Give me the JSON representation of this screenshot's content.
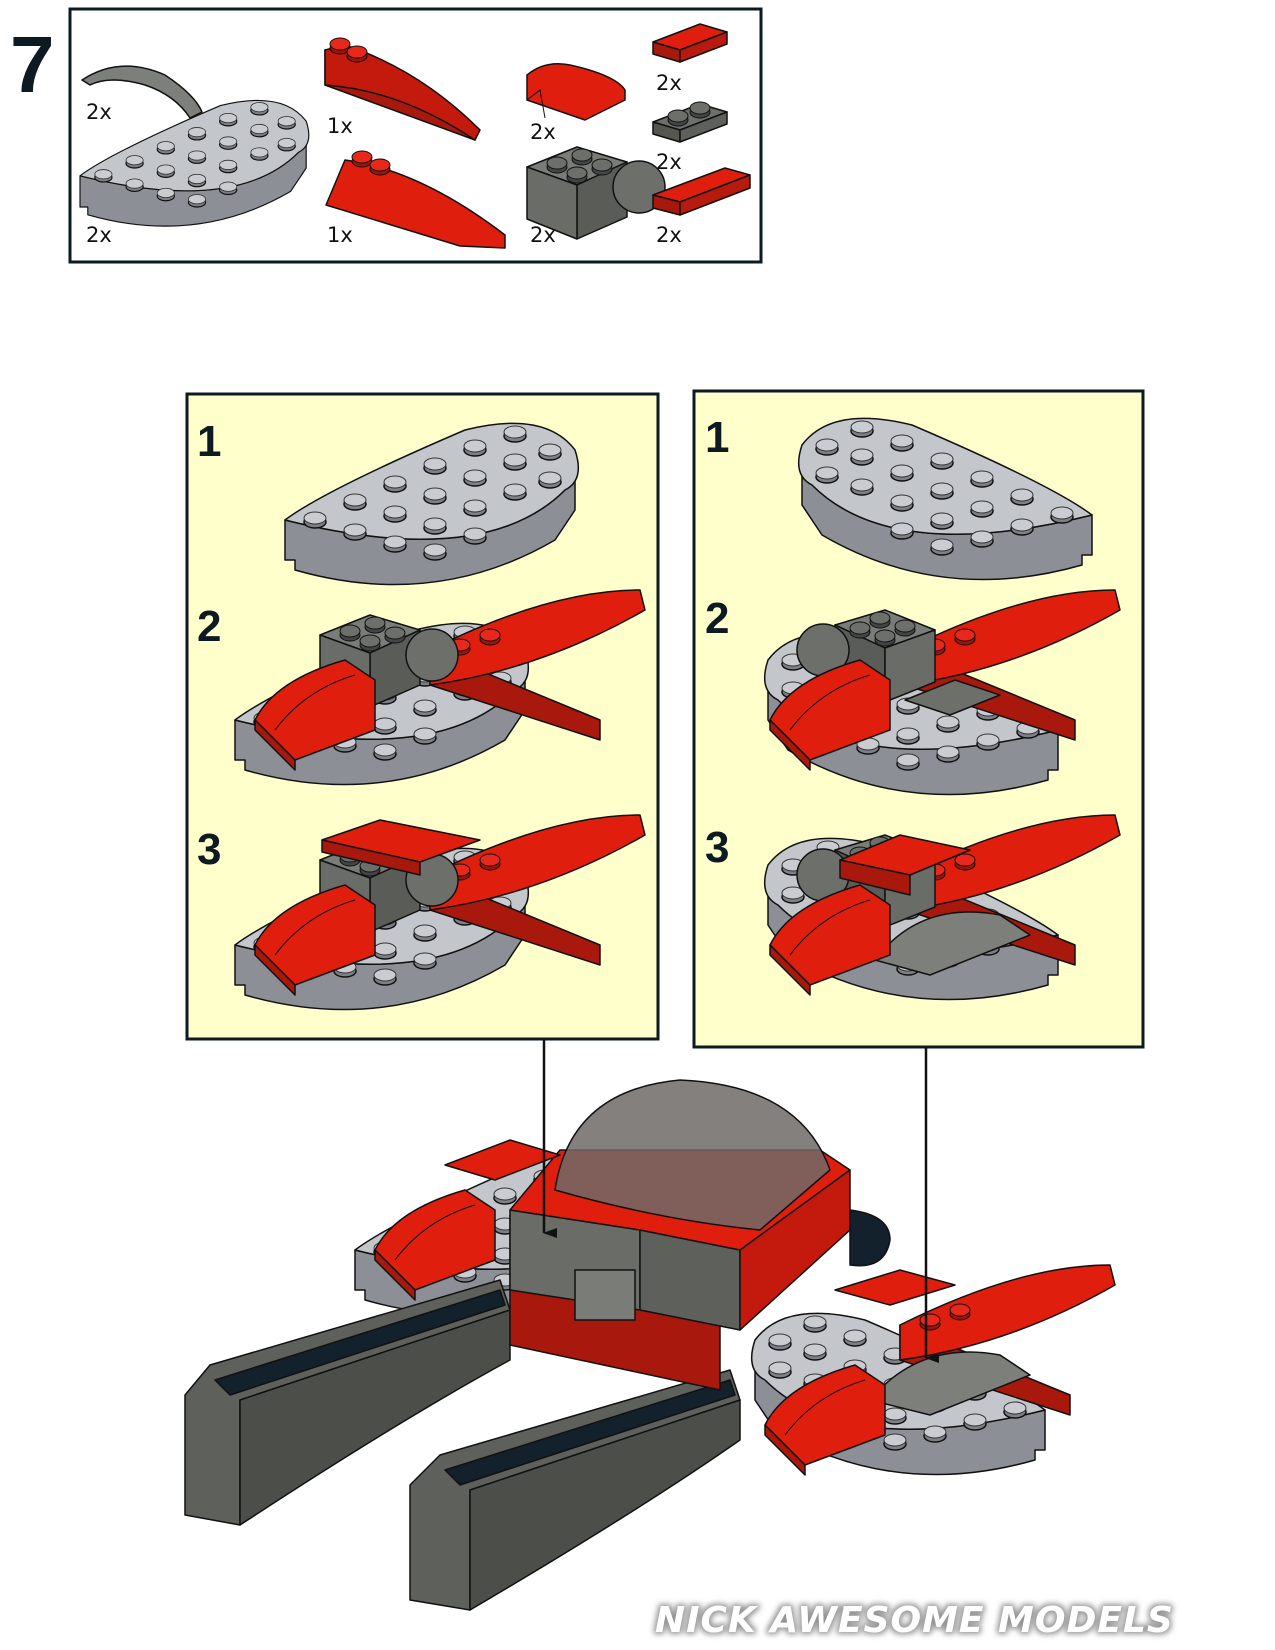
{
  "step_number": "7",
  "parts_list": {
    "items": [
      {
        "part": "dark-gray-curved-slope",
        "quantity": "2x"
      },
      {
        "part": "light-gray-half-round-plate",
        "quantity": "2x"
      },
      {
        "part": "red-wedge-slope-right",
        "quantity": "1x"
      },
      {
        "part": "red-wedge-slope-left",
        "quantity": "1x"
      },
      {
        "part": "red-curved-slope",
        "quantity": "2x"
      },
      {
        "part": "dark-gray-brick-with-ball",
        "quantity": "2x"
      },
      {
        "part": "red-tile-1x2",
        "quantity": "2x"
      },
      {
        "part": "dark-gray-plate-1x2",
        "quantity": "2x"
      },
      {
        "part": "red-tile-1x3",
        "quantity": "2x"
      }
    ]
  },
  "sub_assemblies": [
    {
      "substeps": [
        "1",
        "2",
        "3"
      ]
    },
    {
      "substeps": [
        "1",
        "2",
        "3"
      ]
    }
  ],
  "colors": {
    "red": "#e01e0e",
    "dark_red": "#a8180c",
    "light_gray": "#a9adb2",
    "dark_gray": "#5e605c",
    "panel_bg": "#ffffcc",
    "border": "#0d1a22"
  },
  "watermark": "NICK AWESOME MODELS"
}
